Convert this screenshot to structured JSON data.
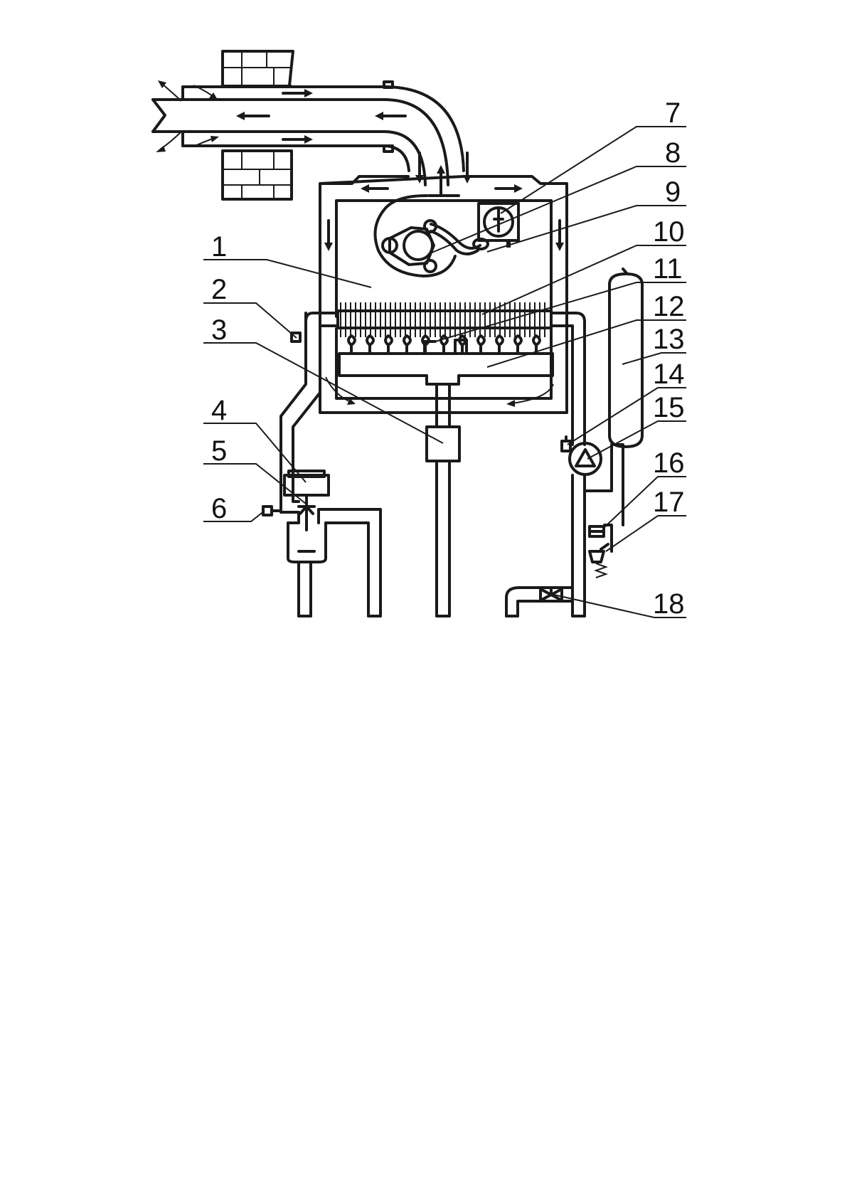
{
  "callouts": [
    {
      "id": 1,
      "text": "1"
    },
    {
      "id": 2,
      "text": "2"
    },
    {
      "id": 3,
      "text": "3"
    },
    {
      "id": 4,
      "text": "4"
    },
    {
      "id": 5,
      "text": "5"
    },
    {
      "id": 6,
      "text": "6"
    },
    {
      "id": 7,
      "text": "7"
    },
    {
      "id": 8,
      "text": "8"
    },
    {
      "id": 9,
      "text": "9"
    },
    {
      "id": 10,
      "text": "10"
    },
    {
      "id": 11,
      "text": "11"
    },
    {
      "id": 12,
      "text": "12"
    },
    {
      "id": 13,
      "text": "13"
    },
    {
      "id": 14,
      "text": "14"
    },
    {
      "id": 15,
      "text": "15"
    },
    {
      "id": 16,
      "text": "16"
    },
    {
      "id": 17,
      "text": "17"
    },
    {
      "id": 18,
      "text": "18"
    }
  ]
}
